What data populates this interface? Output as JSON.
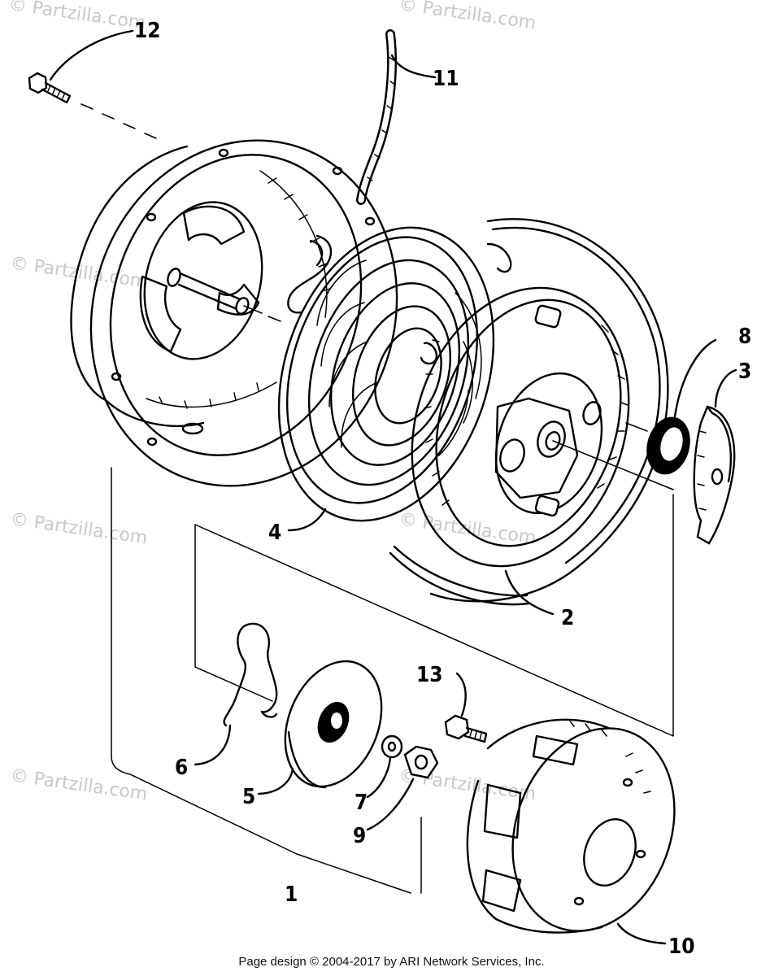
{
  "callouts": {
    "c1": "1",
    "c2": "2",
    "c3": "3",
    "c4": "4",
    "c5": "5",
    "c6": "6",
    "c7": "7",
    "c8": "8",
    "c9": "9",
    "c10": "10",
    "c11": "11",
    "c12": "12",
    "c13": "13"
  },
  "watermark": "© Partzilla.com",
  "footer": "Page design © 2004-2017 by ARI Network Services, Inc."
}
